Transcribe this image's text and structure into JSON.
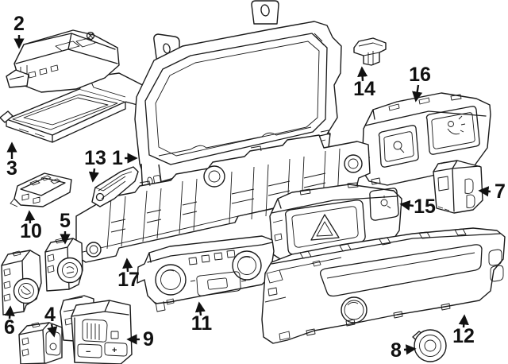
{
  "figure": {
    "type": "exploded-parts-diagram",
    "subject": "Instrument panel cluster and control switches exploded view",
    "background_color": "#ffffff",
    "line_color": "#1a1a1a",
    "accent_color": "#111111",
    "glyphs": {
      "hazard_button": "warning-triangle",
      "airbag_button": "airbag-person",
      "dimmer_minus": "−",
      "dimmer_plus": "+"
    },
    "callouts": [
      {
        "number": "1"
      },
      {
        "number": "2"
      },
      {
        "number": "3"
      },
      {
        "number": "4"
      },
      {
        "number": "5"
      },
      {
        "number": "6"
      },
      {
        "number": "7"
      },
      {
        "number": "8"
      },
      {
        "number": "9"
      },
      {
        "number": "10"
      },
      {
        "number": "11"
      },
      {
        "number": "12"
      },
      {
        "number": "13"
      },
      {
        "number": "14"
      },
      {
        "number": "15"
      },
      {
        "number": "16"
      },
      {
        "number": "17"
      }
    ]
  }
}
